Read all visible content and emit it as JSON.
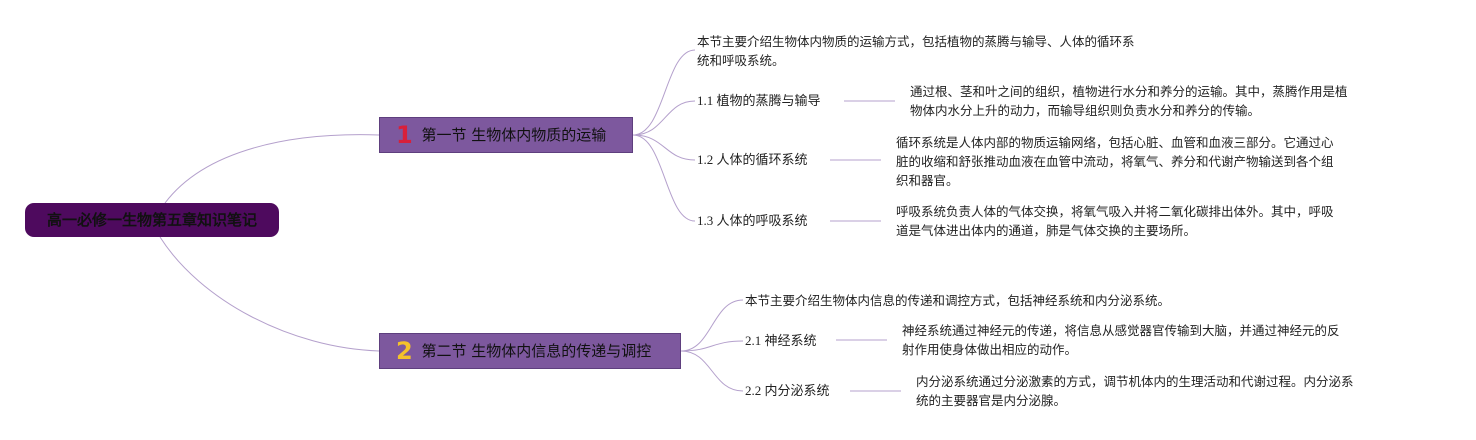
{
  "root": {
    "title": "高一必修一生物第五章知识笔记"
  },
  "sections": [
    {
      "number": "1",
      "title": "第一节 生物体内物质的运输",
      "intro": [
        "本节主要介绍生物体内物质的运输方式，包括植物的蒸腾与输导、人体的循环系",
        "统和呼吸系统。"
      ],
      "topics": [
        {
          "label": "1.1 植物的蒸腾与输导",
          "desc": [
            "通过根、茎和叶之间的组织，植物进行水分和养分的运输。其中，蒸腾作用是植",
            "物体内水分上升的动力，而输导组织则负责水分和养分的传输。"
          ]
        },
        {
          "label": "1.2 人体的循环系统",
          "desc": [
            "循环系统是人体内部的物质运输网络，包括心脏、血管和血液三部分。它通过心",
            "脏的收缩和舒张推动血液在血管中流动，将氧气、养分和代谢产物输送到各个组",
            "织和器官。"
          ]
        },
        {
          "label": "1.3 人体的呼吸系统",
          "desc": [
            "呼吸系统负责人体的气体交换，将氧气吸入并将二氧化碳排出体外。其中，呼吸",
            "道是气体进出体内的通道，肺是气体交换的主要场所。"
          ]
        }
      ]
    },
    {
      "number": "2",
      "title": "第二节 生物体内信息的传递与调控",
      "intro": [
        "本节主要介绍生物体内信息的传递和调控方式，包括神经系统和内分泌系统。"
      ],
      "topics": [
        {
          "label": "2.1 神经系统",
          "desc": [
            "神经系统通过神经元的传递，将信息从感觉器官传输到大脑，并通过神经元的反",
            "射作用使身体做出相应的动作。"
          ]
        },
        {
          "label": "2.2 内分泌系统",
          "desc": [
            "内分泌系统通过分泌激素的方式，调节机体内的生理活动和代谢过程。内分泌系",
            "统的主要器官是内分泌腺。"
          ]
        }
      ]
    }
  ],
  "colors": {
    "root_fill": "#4e0a5e",
    "section_fill": "#7d589e",
    "connector": "#b4a0cc",
    "section_1_number": "#d8203a",
    "section_2_number": "#f4c22b"
  }
}
